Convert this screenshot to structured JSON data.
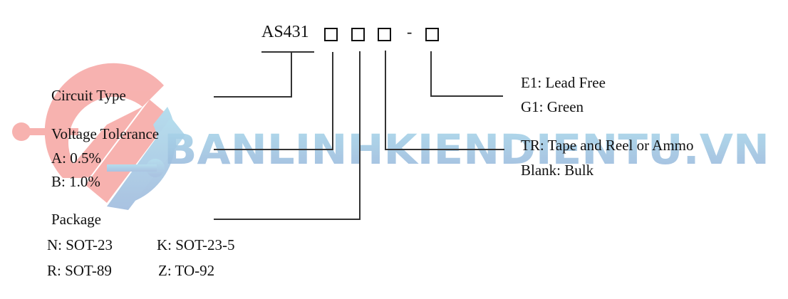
{
  "diagram": {
    "part_prefix": "AS431",
    "dash": "-",
    "fields": {
      "circuit_type": {
        "title": "Circuit Type"
      },
      "voltage_tolerance": {
        "title": "Voltage Tolerance",
        "options": [
          "A: 0.5%",
          "B: 1.0%"
        ]
      },
      "package": {
        "title": "Package",
        "options": [
          [
            "N: SOT-23",
            "K: SOT-23-5"
          ],
          [
            "R: SOT-89",
            "Z: TO-92"
          ]
        ]
      },
      "packing": {
        "options": [
          "TR: Tape and Reel or Ammo",
          "Blank: Bulk"
        ]
      },
      "lead_finish": {
        "options": [
          "E1: Lead Free",
          "G1: Green"
        ]
      }
    }
  },
  "watermark": {
    "text": "BANLINHKIENDIENTU.VN",
    "colors": {
      "red": "#f49a97",
      "blue": "#8fc4e0"
    }
  }
}
